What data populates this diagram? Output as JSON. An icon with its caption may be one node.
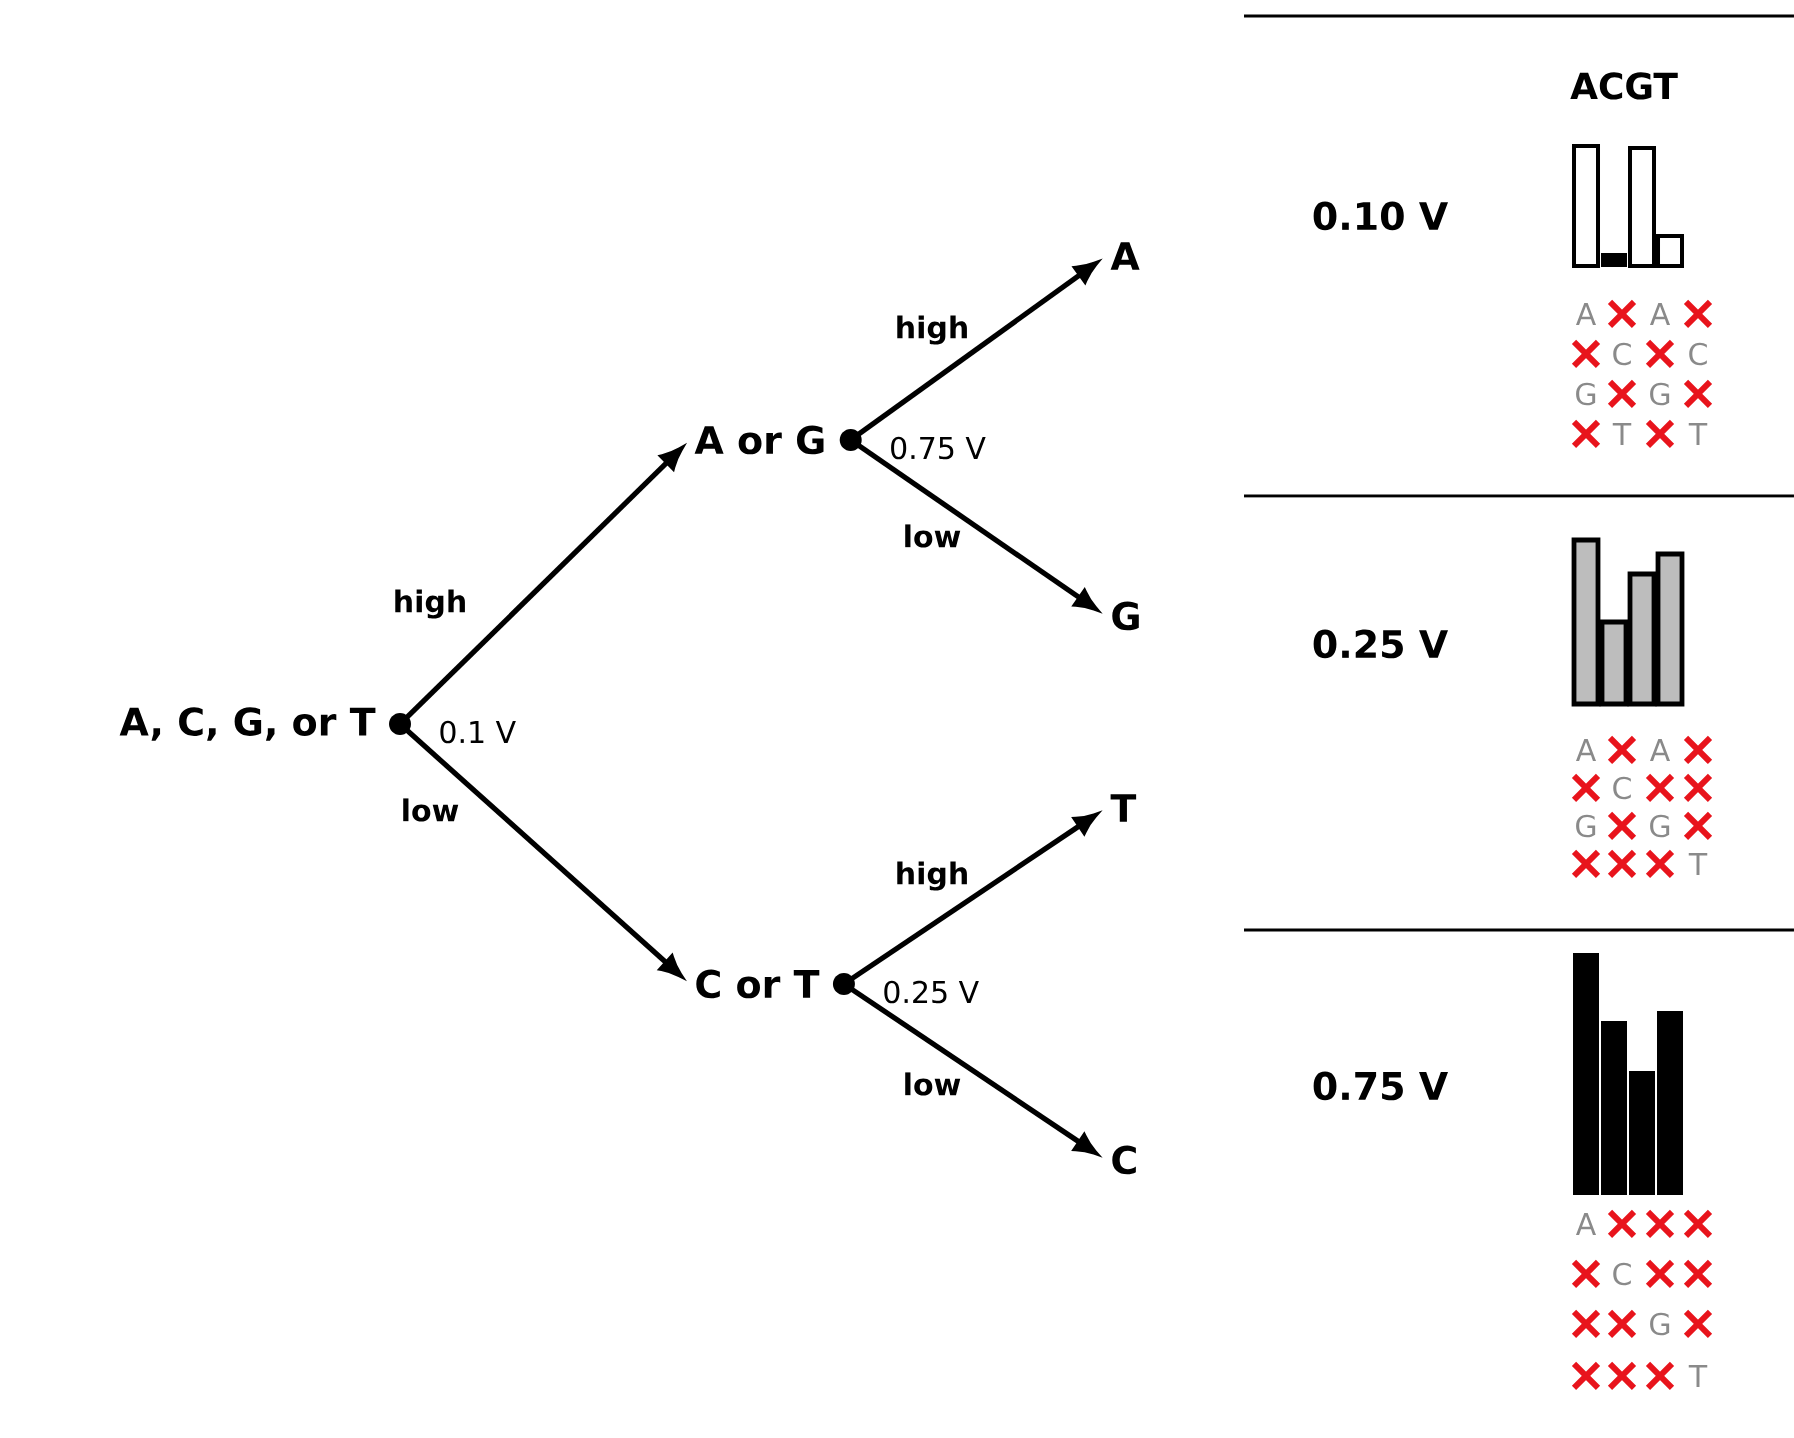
{
  "diagram": {
    "nodes": [
      {
        "text": [
          "A, C, G, or T"
        ],
        "beside": [
          "0.1 V"
        ]
      },
      {
        "text": [
          "A or G"
        ],
        "beside": [
          "0.75 V"
        ]
      },
      {
        "text": [
          "C or T"
        ],
        "beside": [
          "0.25 V"
        ]
      },
      {
        "text": [
          "A"
        ]
      },
      {
        "text": [
          "G"
        ]
      },
      {
        "text": [
          "T"
        ]
      },
      {
        "text": [
          "C"
        ]
      }
    ],
    "edges": [
      {
        "from": 0,
        "to": 1,
        "arrow": "to",
        "label": "high"
      },
      {
        "from": 0,
        "to": 2,
        "arrow": "to",
        "label": "low"
      },
      {
        "from": 1,
        "to": 3,
        "arrow": "to",
        "label": "high"
      },
      {
        "from": 1,
        "to": 4,
        "arrow": "to",
        "label": "low"
      },
      {
        "from": 2,
        "to": 5,
        "arrow": "to",
        "label": "high"
      },
      {
        "from": 2,
        "to": 6,
        "arrow": "to",
        "label": "low"
      }
    ],
    "labels": [
      "0.10 V",
      "ACGT",
      "A",
      "A",
      "C",
      "C",
      "G",
      "G",
      "T",
      "T",
      "0.25 V",
      "A",
      "A",
      "C",
      "G",
      "G",
      "T",
      "0.75 V",
      "A",
      "C",
      "G",
      "T"
    ]
  }
}
